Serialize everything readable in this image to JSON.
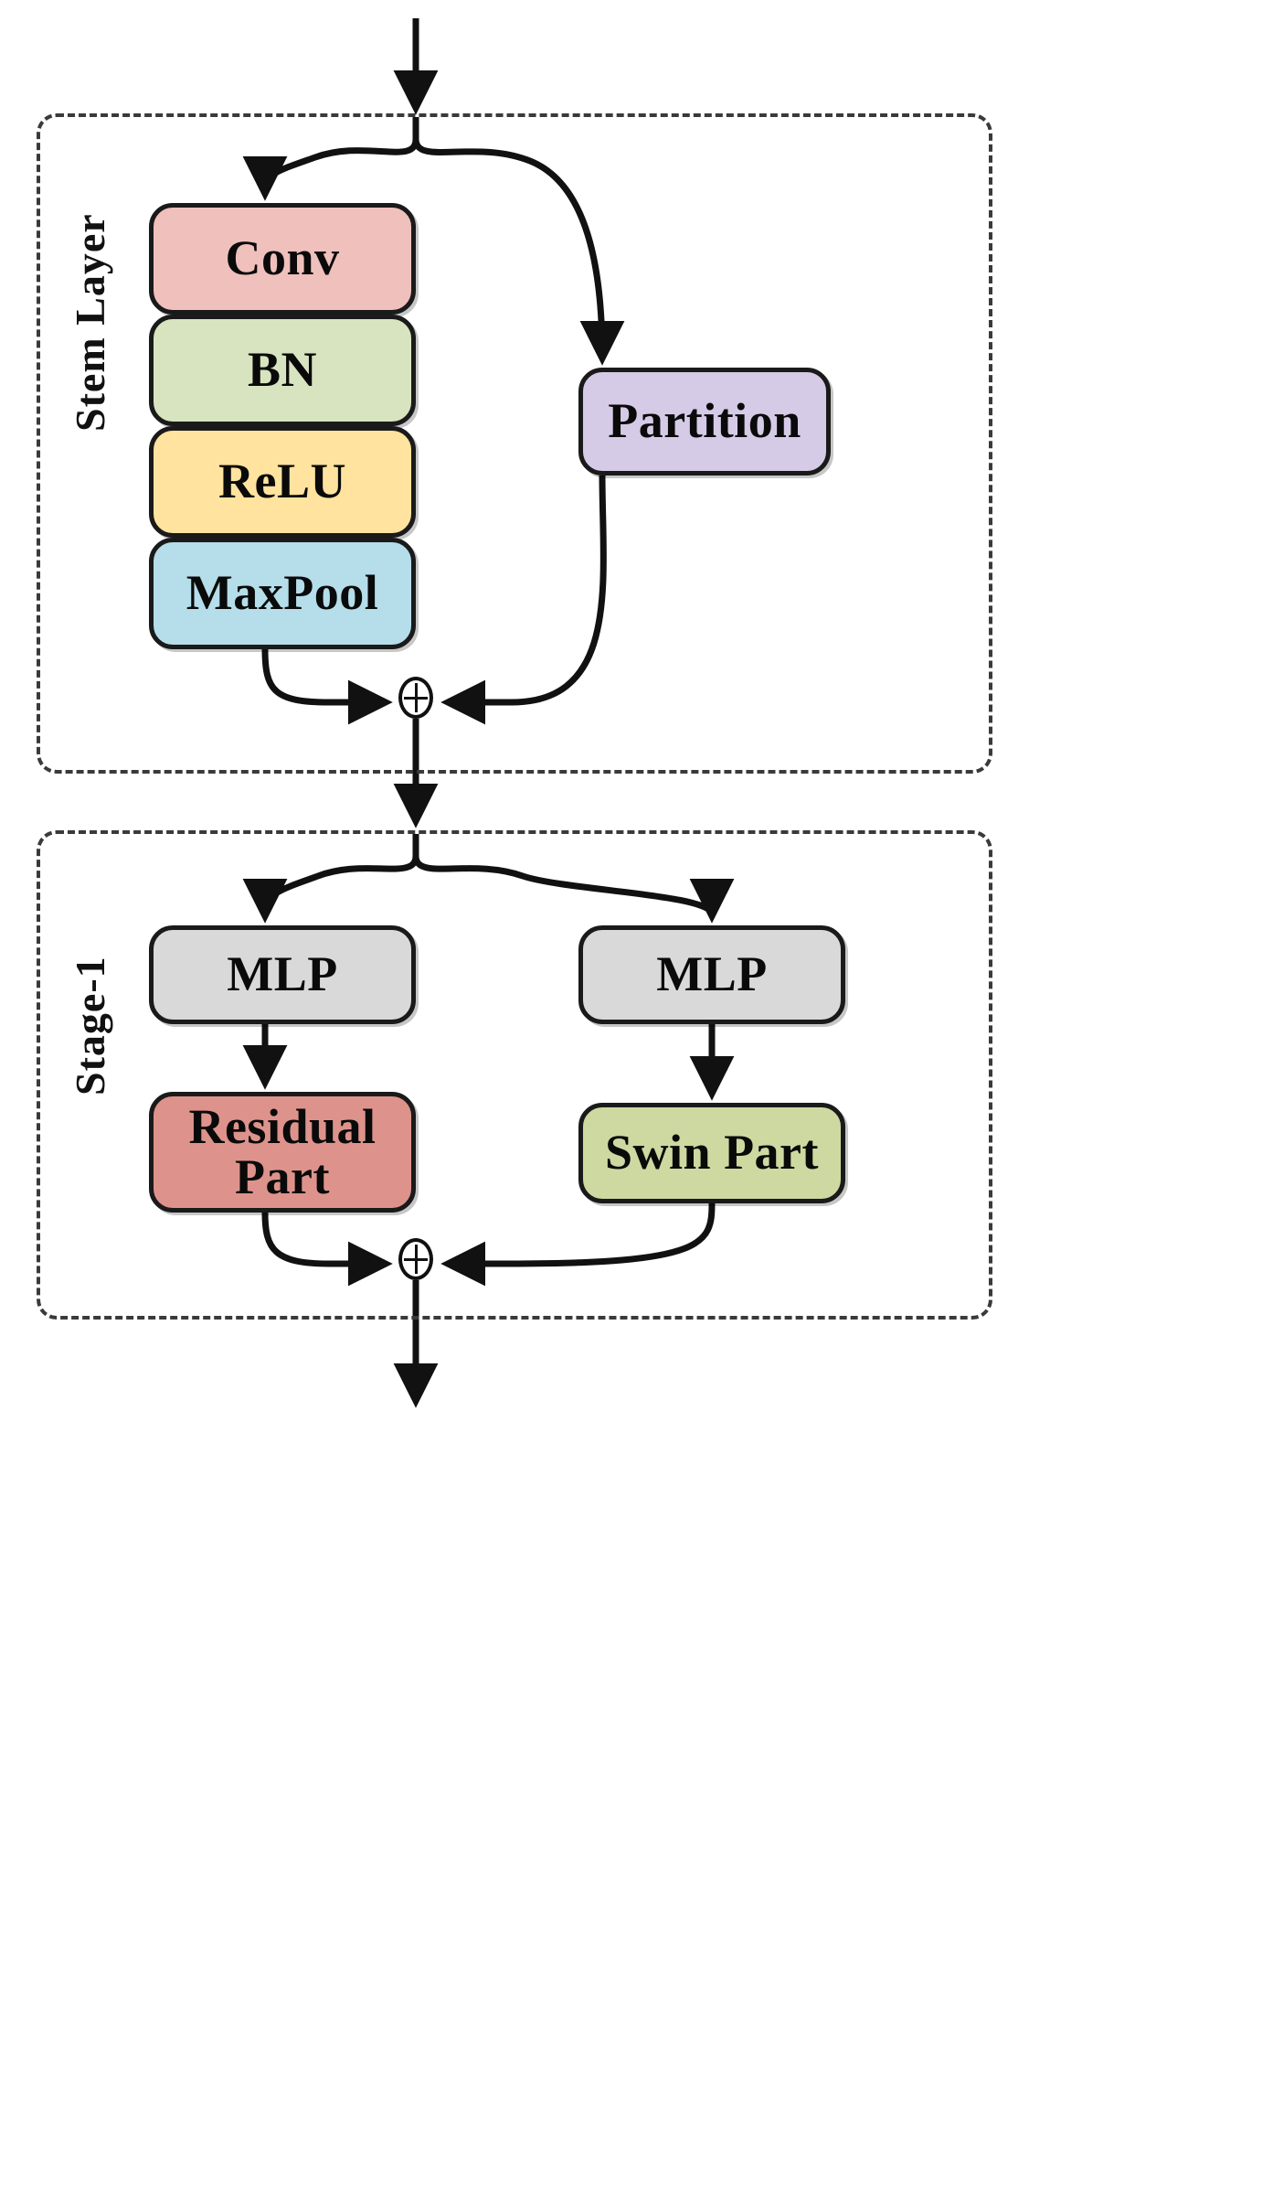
{
  "diagram": {
    "title": "Stem Layer and Stage-1 network architecture block diagram",
    "groups": [
      {
        "id": "stem",
        "label": "Stem Layer"
      },
      {
        "id": "stage1",
        "label": "Stage-1"
      }
    ],
    "nodes": {
      "conv": {
        "label": "Conv",
        "color": "#efc0bc"
      },
      "bn": {
        "label": "BN",
        "color": "#d8e4bf"
      },
      "relu": {
        "label": "ReLU",
        "color": "#ffe39e"
      },
      "maxpool": {
        "label": "MaxPool",
        "color": "#b5ddea"
      },
      "partition": {
        "label": "Partition",
        "color": "#d5cbe7"
      },
      "mlp_left": {
        "label": "MLP",
        "color": "#d9d9d9"
      },
      "mlp_right": {
        "label": "MLP",
        "color": "#d9d9d9"
      },
      "residual": {
        "label_line1": "Residual",
        "label_line2": "Part",
        "color": "#dd938b"
      },
      "swin": {
        "label": "Swin Part",
        "color": "#cdd9a0"
      }
    },
    "junctions": {
      "stem_add": {
        "symbol": "circle-plus-icon"
      },
      "stage1_add": {
        "symbol": "circle-plus-icon"
      }
    },
    "colors": {
      "stroke": "#1a1a1a",
      "dashed_border": "#3a3a3a",
      "background": "#ffffff",
      "text": "#0a0a0a"
    },
    "chart_data": {
      "type": "diagram",
      "title": "Stem Layer / Stage-1 block diagram",
      "blocks": [
        {
          "group": "Stem Layer",
          "name": "Conv",
          "fill": "#efc0bc",
          "branch": "left"
        },
        {
          "group": "Stem Layer",
          "name": "BN",
          "fill": "#d8e4bf",
          "branch": "left"
        },
        {
          "group": "Stem Layer",
          "name": "ReLU",
          "fill": "#ffe39e",
          "branch": "left"
        },
        {
          "group": "Stem Layer",
          "name": "MaxPool",
          "fill": "#b5ddea",
          "branch": "left"
        },
        {
          "group": "Stem Layer",
          "name": "Partition",
          "fill": "#d5cbe7",
          "branch": "right"
        },
        {
          "group": "Stage-1",
          "name": "MLP",
          "fill": "#d9d9d9",
          "branch": "left"
        },
        {
          "group": "Stage-1",
          "name": "Residual Part",
          "fill": "#dd938b",
          "branch": "left"
        },
        {
          "group": "Stage-1",
          "name": "MLP",
          "fill": "#d9d9d9",
          "branch": "right"
        },
        {
          "group": "Stage-1",
          "name": "Swin Part",
          "fill": "#cdd9a0",
          "branch": "right"
        }
      ],
      "edges": [
        {
          "from": "input",
          "to": "stem-split"
        },
        {
          "from": "stem-split",
          "to": "Conv"
        },
        {
          "from": "stem-split",
          "to": "Partition"
        },
        {
          "from": "Conv",
          "to": "BN"
        },
        {
          "from": "BN",
          "to": "ReLU"
        },
        {
          "from": "ReLU",
          "to": "MaxPool"
        },
        {
          "from": "MaxPool",
          "to": "stem-add"
        },
        {
          "from": "Partition",
          "to": "stem-add"
        },
        {
          "from": "stem-add",
          "to": "stage1-split"
        },
        {
          "from": "stage1-split",
          "to": "MLP-left"
        },
        {
          "from": "stage1-split",
          "to": "MLP-right"
        },
        {
          "from": "MLP-left",
          "to": "Residual Part"
        },
        {
          "from": "MLP-right",
          "to": "Swin Part"
        },
        {
          "from": "Residual Part",
          "to": "stage1-add"
        },
        {
          "from": "Swin Part",
          "to": "stage1-add"
        },
        {
          "from": "stage1-add",
          "to": "output"
        }
      ]
    }
  }
}
